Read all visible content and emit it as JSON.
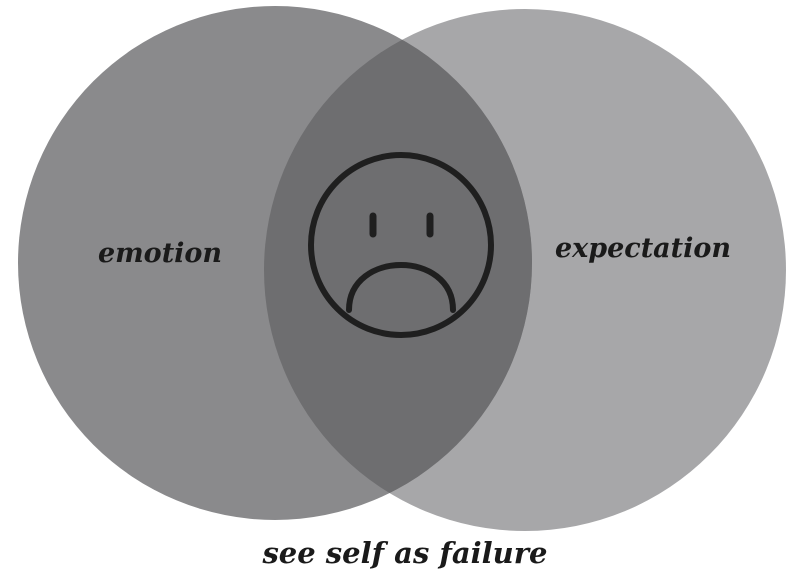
{
  "diagram": {
    "sets": [
      {
        "label": "emotion",
        "color": "#8a8a8c"
      },
      {
        "label": "expectation",
        "color": "#a7a7a9"
      }
    ],
    "intersection": {
      "color": "#6e6e70",
      "icon": "sad-face-icon"
    },
    "caption": "see self as failure",
    "outline_color": "#1f1f1f"
  }
}
